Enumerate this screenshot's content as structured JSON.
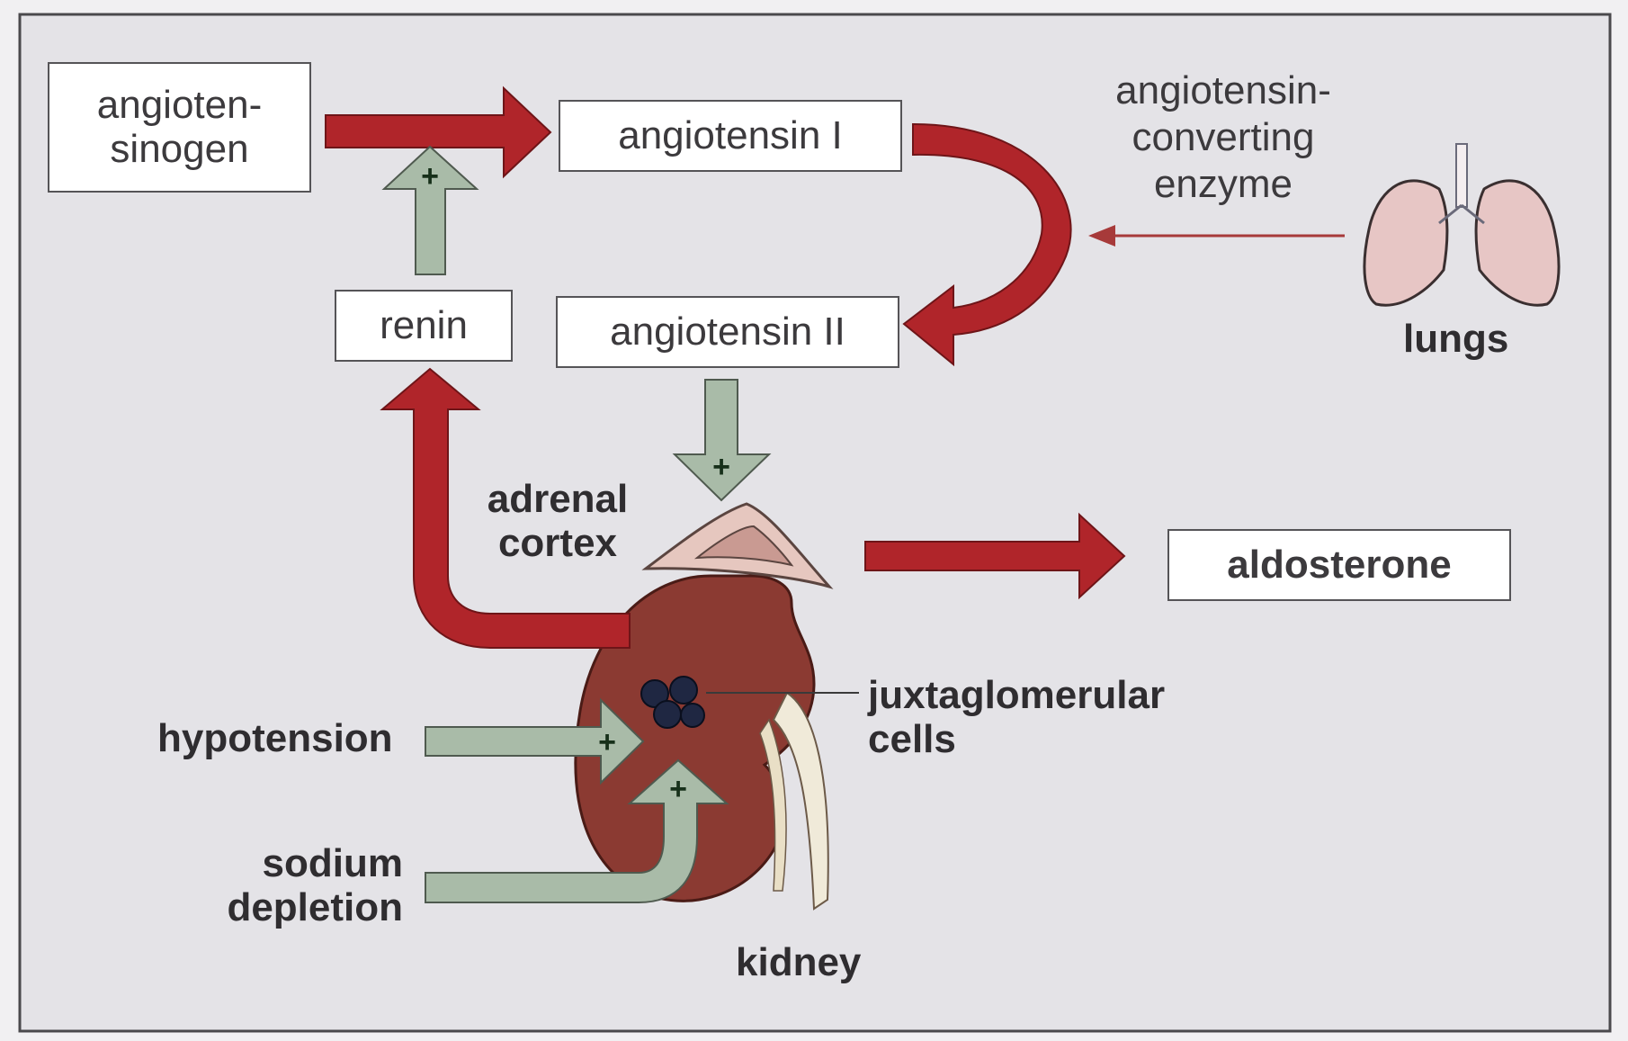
{
  "colors": {
    "background": "#e4e3e7",
    "frame": "#4a494c",
    "stimulate_arrow": "#b0252a",
    "positive_feedback_arrow": "#a9bba8",
    "kidney": "#8b3a32",
    "adrenal": "#d9b6ad",
    "lungs": "#e7c6c5",
    "jg_cells": "#1f2742"
  },
  "icons": {
    "lungs": "lungs-icon",
    "kidney": "kidney-icon",
    "adrenal": "adrenal-gland-icon",
    "jg_cells": "juxtaglomerular-cells-icon"
  },
  "boxes": {
    "angiotensinogen": "angioten-\nsinogen",
    "angiotensin_1": "angiotensin I",
    "angiotensin_2": "angiotensin II",
    "renin": "renin",
    "aldosterone": "aldosterone"
  },
  "labels": {
    "ace": "angiotensin-\nconverting\nenzyme",
    "lungs": "lungs",
    "adrenal_cortex": "adrenal\ncortex",
    "jg_cells": "juxtaglomerular\ncells",
    "hypotension": "hypotension",
    "sodium_depletion": "sodium\ndepletion",
    "kidney": "kidney"
  },
  "plus_sign": "+"
}
